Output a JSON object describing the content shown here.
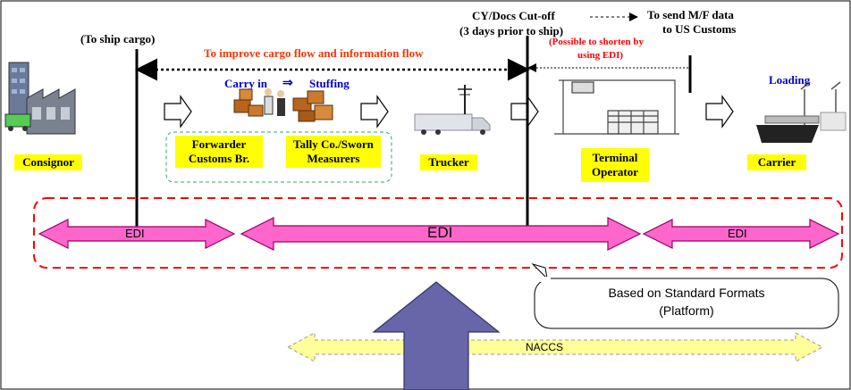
{
  "header": {
    "ship_cargo": "(To ship cargo)",
    "cutoff": "CY/Docs Cut-off",
    "cutoff_sub": "(3 days prior to ship)",
    "send_mf_line1": "To send M/F data",
    "send_mf_line2": "to US Customs",
    "improve": "To improve cargo flow and information flow",
    "shorten_line1": "(Possible to shorten by",
    "shorten_line2": "using EDI)"
  },
  "activities": {
    "carry_in": "Carry in",
    "arrow": "⇒",
    "stuffing": "Stuffing",
    "loading": "Loading"
  },
  "parties": {
    "consignor": "Consignor",
    "forwarder_line1": "Forwarder",
    "forwarder_line2": "Customs Br.",
    "tally_line1": "Tally Co./Sworn",
    "tally_line2": "Measurers",
    "trucker": "Trucker",
    "terminal_line1": "Terminal",
    "terminal_line2": "Operator",
    "carrier": "Carrier"
  },
  "edi": {
    "left": "EDI",
    "center": "EDI",
    "right": "EDI"
  },
  "platform": {
    "line1": "Based on Standard Formats",
    "line2": "(Platform)"
  },
  "naccs": "NACCS",
  "colors": {
    "edi_arrow": "#ff66cc",
    "dashed_box": "#ff0000",
    "improve_text": "#ff3300",
    "activity_text": "#0000cc",
    "label_bg": "#ffff00",
    "up_arrow": "#6666a8",
    "naccs_arrow": "#ffff99",
    "group_box": "#33aa66"
  }
}
